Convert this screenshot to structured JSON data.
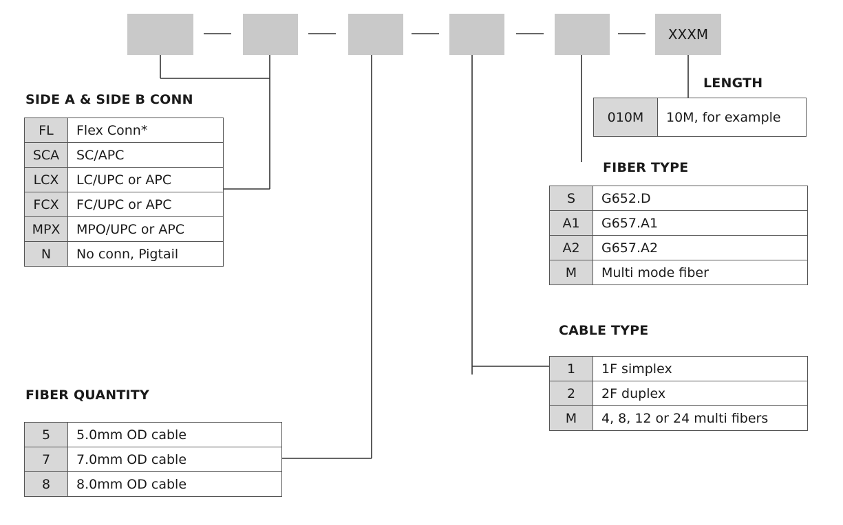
{
  "header_boxes": [
    "",
    "",
    "",
    "",
    "",
    "XXXM"
  ],
  "side_conn": {
    "title": "SIDE A & SIDE B CONN",
    "rows": [
      {
        "code": "FL",
        "desc": "Flex Conn*"
      },
      {
        "code": "SCA",
        "desc": "SC/APC"
      },
      {
        "code": "LCX",
        "desc": "LC/UPC or APC"
      },
      {
        "code": "FCX",
        "desc": "FC/UPC or APC"
      },
      {
        "code": "MPX",
        "desc": "MPO/UPC or APC"
      },
      {
        "code": "N",
        "desc": "No conn, Pigtail"
      }
    ]
  },
  "fiber_quantity": {
    "title": "FIBER QUANTITY",
    "rows": [
      {
        "code": "5",
        "desc": "5.0mm OD cable"
      },
      {
        "code": "7",
        "desc": "7.0mm OD cable"
      },
      {
        "code": "8",
        "desc": "8.0mm OD cable"
      }
    ]
  },
  "length": {
    "title": "LENGTH",
    "rows": [
      {
        "code": "010M",
        "desc": "10M, for example"
      }
    ]
  },
  "fiber_type": {
    "title": "FIBER TYPE",
    "rows": [
      {
        "code": "S",
        "desc": "G652.D"
      },
      {
        "code": "A1",
        "desc": "G657.A1"
      },
      {
        "code": "A2",
        "desc": "G657.A2"
      },
      {
        "code": "M",
        "desc": "Multi mode fiber"
      }
    ]
  },
  "cable_type": {
    "title": "CABLE TYPE",
    "rows": [
      {
        "code": "1",
        "desc": "1F simplex"
      },
      {
        "code": "2",
        "desc": "2F duplex"
      },
      {
        "code": "M",
        "desc": "4, 8, 12 or 24 multi fibers"
      }
    ]
  }
}
